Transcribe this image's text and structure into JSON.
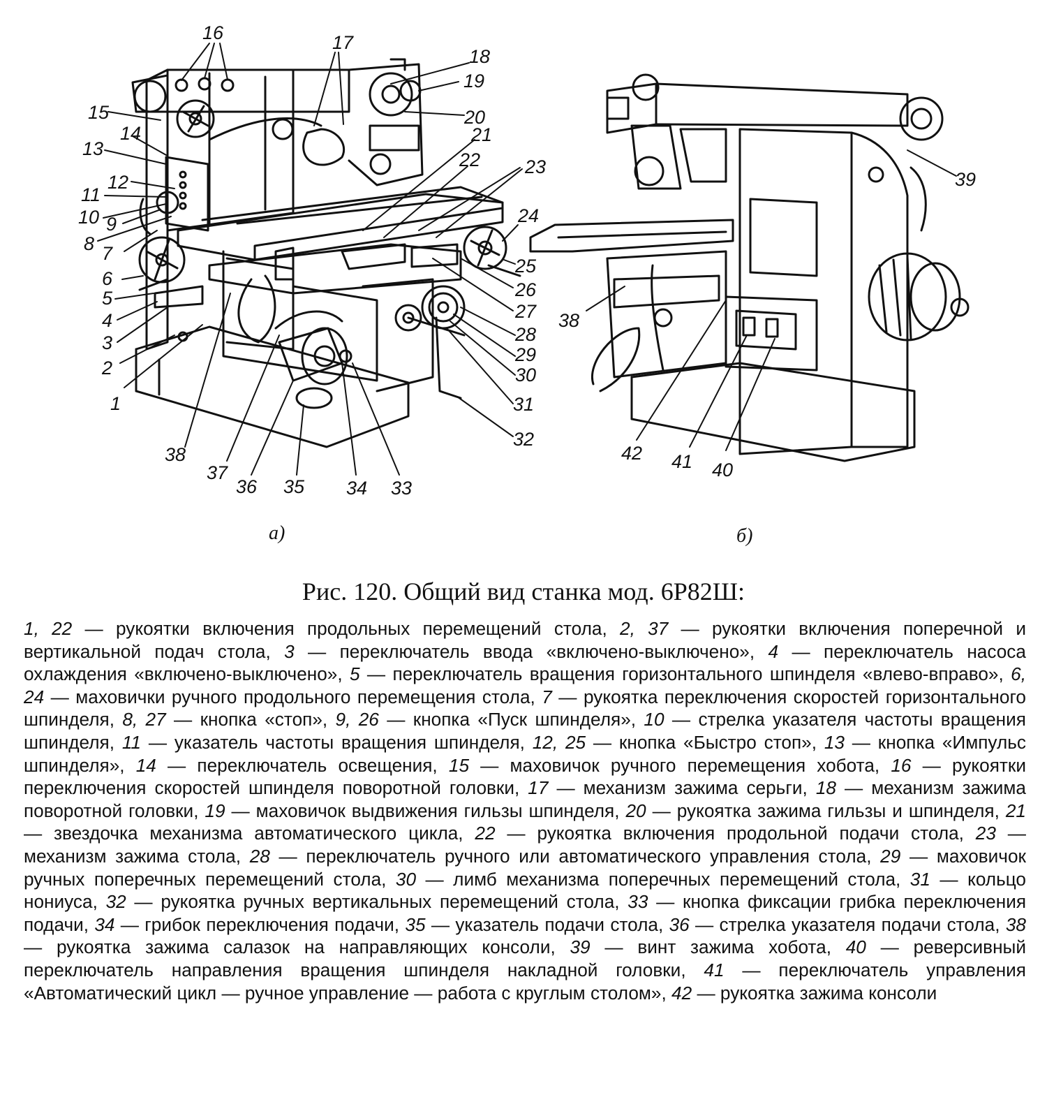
{
  "figure": {
    "subfigure_a_label": "а)",
    "subfigure_b_label": "б)",
    "callouts_a": [
      "16",
      "17",
      "18",
      "19",
      "20",
      "21",
      "22",
      "23",
      "24",
      "25",
      "26",
      "27",
      "28",
      "29",
      "30",
      "31",
      "32",
      "33",
      "34",
      "35",
      "36",
      "37",
      "38",
      "1",
      "2",
      "3",
      "4",
      "5",
      "6",
      "7",
      "8",
      "9",
      "10",
      "11",
      "12",
      "13",
      "14",
      "15"
    ],
    "callouts_b": [
      "39",
      "38",
      "42",
      "41",
      "40"
    ]
  },
  "caption": {
    "title": "Рис. 120. Общий вид станка мод. 6Р82Ш:",
    "items": [
      {
        "num": "1, 22",
        "text": "рукоятки включения продольных перемещений стола"
      },
      {
        "num": "2, 37",
        "text": "рукоятки включения поперечной и вертикальной подач стола"
      },
      {
        "num": "3",
        "text": "переключатель ввода «включено-выключено»"
      },
      {
        "num": "4",
        "text": "переключатель насоса охлаждения «включено-выключено»"
      },
      {
        "num": "5",
        "text": "переключатель вращения горизонтального шпинделя «влево-вправо»"
      },
      {
        "num": "6, 24",
        "text": "маховички ручного продольного перемещения стола"
      },
      {
        "num": "7",
        "text": "рукоятка переключения скоростей горизонтального шпинделя"
      },
      {
        "num": "8, 27",
        "text": "кнопка «стоп»"
      },
      {
        "num": "9, 26",
        "text": "кнопка «Пуск шпинделя»"
      },
      {
        "num": "10",
        "text": "стрелка указателя частоты вращения шпинделя"
      },
      {
        "num": "11",
        "text": "указатель частоты вращения шпинделя"
      },
      {
        "num": "12, 25",
        "text": "кнопка «Быстро стоп»"
      },
      {
        "num": "13",
        "text": "кнопка «Импульс шпинделя»"
      },
      {
        "num": "14",
        "text": "переключатель освещения"
      },
      {
        "num": "15",
        "text": "маховичок ручного перемещения хобота"
      },
      {
        "num": "16",
        "text": "рукоятки переключения скоростей шпинделя поворотной головки"
      },
      {
        "num": "17",
        "text": "механизм зажима серьги"
      },
      {
        "num": "18",
        "text": "механизм зажима поворотной головки"
      },
      {
        "num": "19",
        "text": "маховичок выдвижения гильзы шпинделя"
      },
      {
        "num": "20",
        "text": "рукоятка зажима гильзы и шпинделя"
      },
      {
        "num": "21",
        "text": "звездочка механизма автоматического цикла"
      },
      {
        "num": "22",
        "text": "рукоятка включения продольной подачи стола"
      },
      {
        "num": "23",
        "text": "механизм зажима стола"
      },
      {
        "num": "28",
        "text": "переключатель ручного или автоматического управления стола"
      },
      {
        "num": "29",
        "text": "маховичок ручных поперечных перемещений стола"
      },
      {
        "num": "30",
        "text": "лимб механизма поперечных перемещений стола"
      },
      {
        "num": "31",
        "text": "кольцо нониуса"
      },
      {
        "num": "32",
        "text": "рукоятка ручных вертикальных перемещений стола"
      },
      {
        "num": "33",
        "text": "кнопка фиксации грибка переключения подачи"
      },
      {
        "num": "34",
        "text": "грибок переключения подачи"
      },
      {
        "num": "35",
        "text": "указатель подачи стола"
      },
      {
        "num": "36",
        "text": "стрелка указателя подачи стола"
      },
      {
        "num": "38",
        "text": "рукоятка зажима салазок на направляющих консоли"
      },
      {
        "num": "39",
        "text": "винт зажима хобота"
      },
      {
        "num": "40",
        "text": "реверсивный переключатель направления вращения шпинделя накладной головки"
      },
      {
        "num": "41",
        "text": "переключатель управления «Автоматический цикл — ручное управление — работа с круглым столом»"
      },
      {
        "num": "42",
        "text": "рукоятка зажима консоли"
      }
    ]
  }
}
